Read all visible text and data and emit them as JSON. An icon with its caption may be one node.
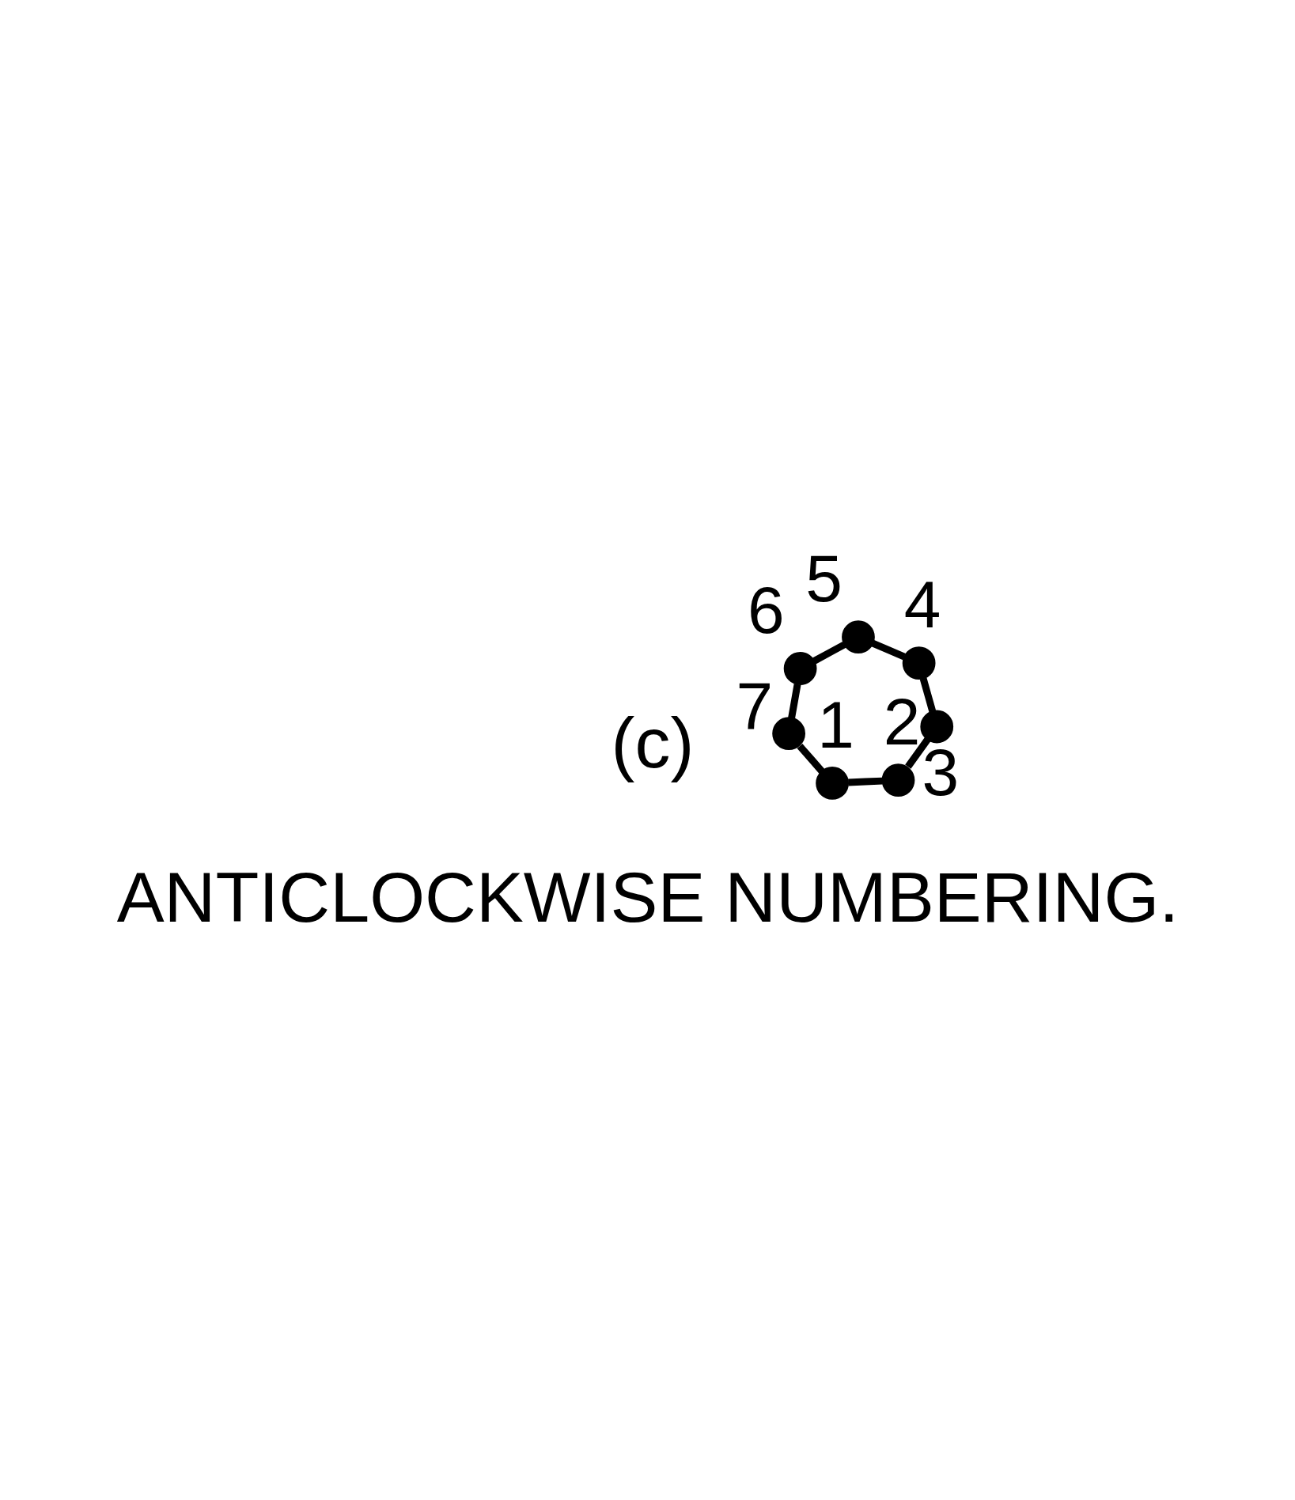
{
  "diagram": {
    "nodes": [
      {
        "text": [
          "1"
        ]
      },
      {
        "text": [
          "2"
        ]
      },
      {
        "text": [
          "3"
        ]
      },
      {
        "text": [
          "4"
        ]
      },
      {
        "text": [
          "5"
        ]
      },
      {
        "text": [
          "6"
        ]
      },
      {
        "text": [
          "7"
        ]
      }
    ],
    "edges": [
      {
        "from": 0,
        "to": 1,
        "arrow": "none"
      },
      {
        "from": 1,
        "to": 2,
        "arrow": "none"
      },
      {
        "from": 2,
        "to": 3,
        "arrow": "none"
      },
      {
        "from": 3,
        "to": 4,
        "arrow": "none"
      },
      {
        "from": 4,
        "to": 5,
        "arrow": "none"
      },
      {
        "from": 5,
        "to": 6,
        "arrow": "none"
      },
      {
        "from": 6,
        "to": 0,
        "arrow": "none"
      }
    ],
    "labels": [
      "(c)",
      "ANTICLOCKWISE NUMBERING."
    ]
  }
}
